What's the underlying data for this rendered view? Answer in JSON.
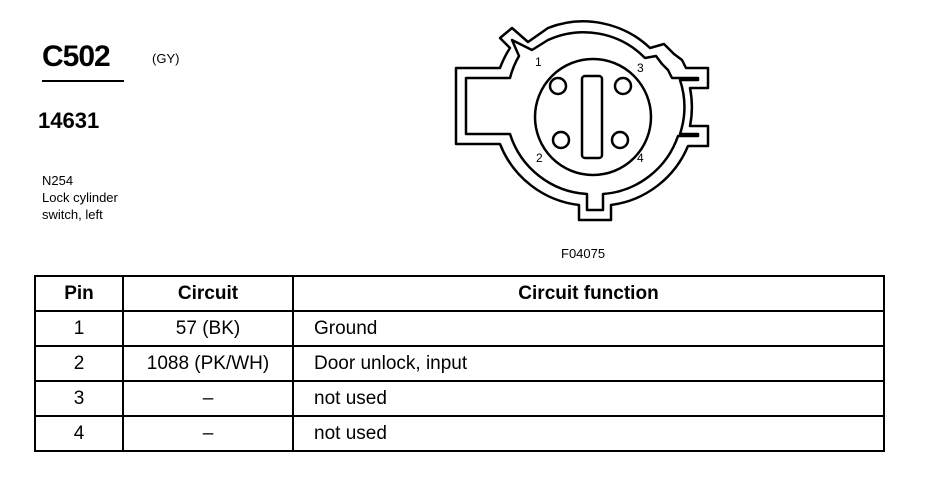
{
  "header": {
    "connector_id": "C502",
    "color_code": "(GY)",
    "part_number": "14631",
    "component_code": "N254",
    "component_name_line1": "Lock cylinder",
    "component_name_line2": "switch, left"
  },
  "diagram": {
    "figure_code": "F04075",
    "pin_labels": [
      "1",
      "2",
      "3",
      "4"
    ]
  },
  "table": {
    "headers": [
      "Pin",
      "Circuit",
      "Circuit function"
    ],
    "rows": [
      {
        "pin": "1",
        "circuit": "57 (BK)",
        "function": "Ground"
      },
      {
        "pin": "2",
        "circuit": "1088 (PK/WH)",
        "function": "Door unlock, input"
      },
      {
        "pin": "3",
        "circuit": "–",
        "function": "not used"
      },
      {
        "pin": "4",
        "circuit": "–",
        "function": "not used"
      }
    ]
  }
}
